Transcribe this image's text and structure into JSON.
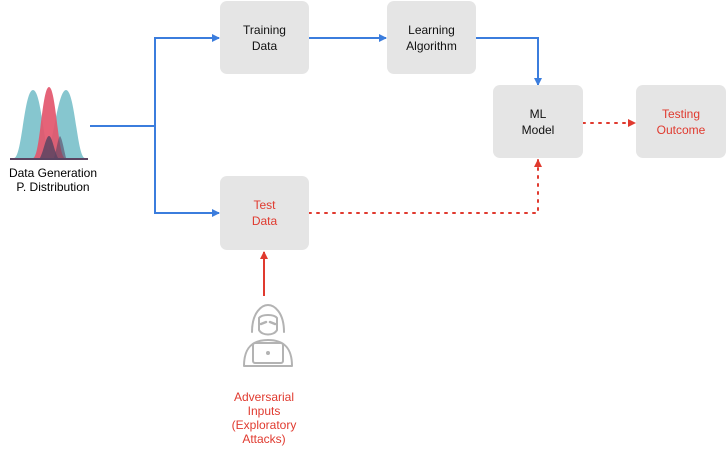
{
  "colors": {
    "flow_blue": "#3b7ddd",
    "attack_red": "#e03a2f",
    "box_fill": "#e5e5e5",
    "dist_teal": "#7fc3cc",
    "dist_pink": "#e3566d",
    "dist_overlap": "#5a4462",
    "hacker_gray": "#b3b3b3"
  },
  "nodes": {
    "distribution": {
      "icon": "bell-curves-icon",
      "label": "Data  Generation\nP. Distribution"
    },
    "training_data": {
      "label": "Training\nData"
    },
    "learning_algorithm": {
      "label": "Learning\nAlgorithm"
    },
    "ml_model": {
      "label": "ML\nModel"
    },
    "testing_outcome": {
      "label": "Testing\nOutcome"
    },
    "test_data": {
      "label": "Test\nData"
    },
    "adversary": {
      "icon": "hacker-icon",
      "label": "Adversarial\nInputs\n(Exploratory\nAttacks)"
    }
  },
  "edges": [
    {
      "from": "distribution",
      "to": "training_data",
      "style": "solid",
      "color": "blue"
    },
    {
      "from": "distribution",
      "to": "test_data",
      "style": "solid",
      "color": "blue"
    },
    {
      "from": "training_data",
      "to": "learning_algorithm",
      "style": "solid",
      "color": "blue"
    },
    {
      "from": "learning_algorithm",
      "to": "ml_model",
      "style": "solid",
      "color": "blue"
    },
    {
      "from": "test_data",
      "to": "ml_model",
      "style": "dotted",
      "color": "red"
    },
    {
      "from": "ml_model",
      "to": "testing_outcome",
      "style": "dotted",
      "color": "red"
    },
    {
      "from": "adversary",
      "to": "test_data",
      "style": "solid",
      "color": "red"
    }
  ]
}
